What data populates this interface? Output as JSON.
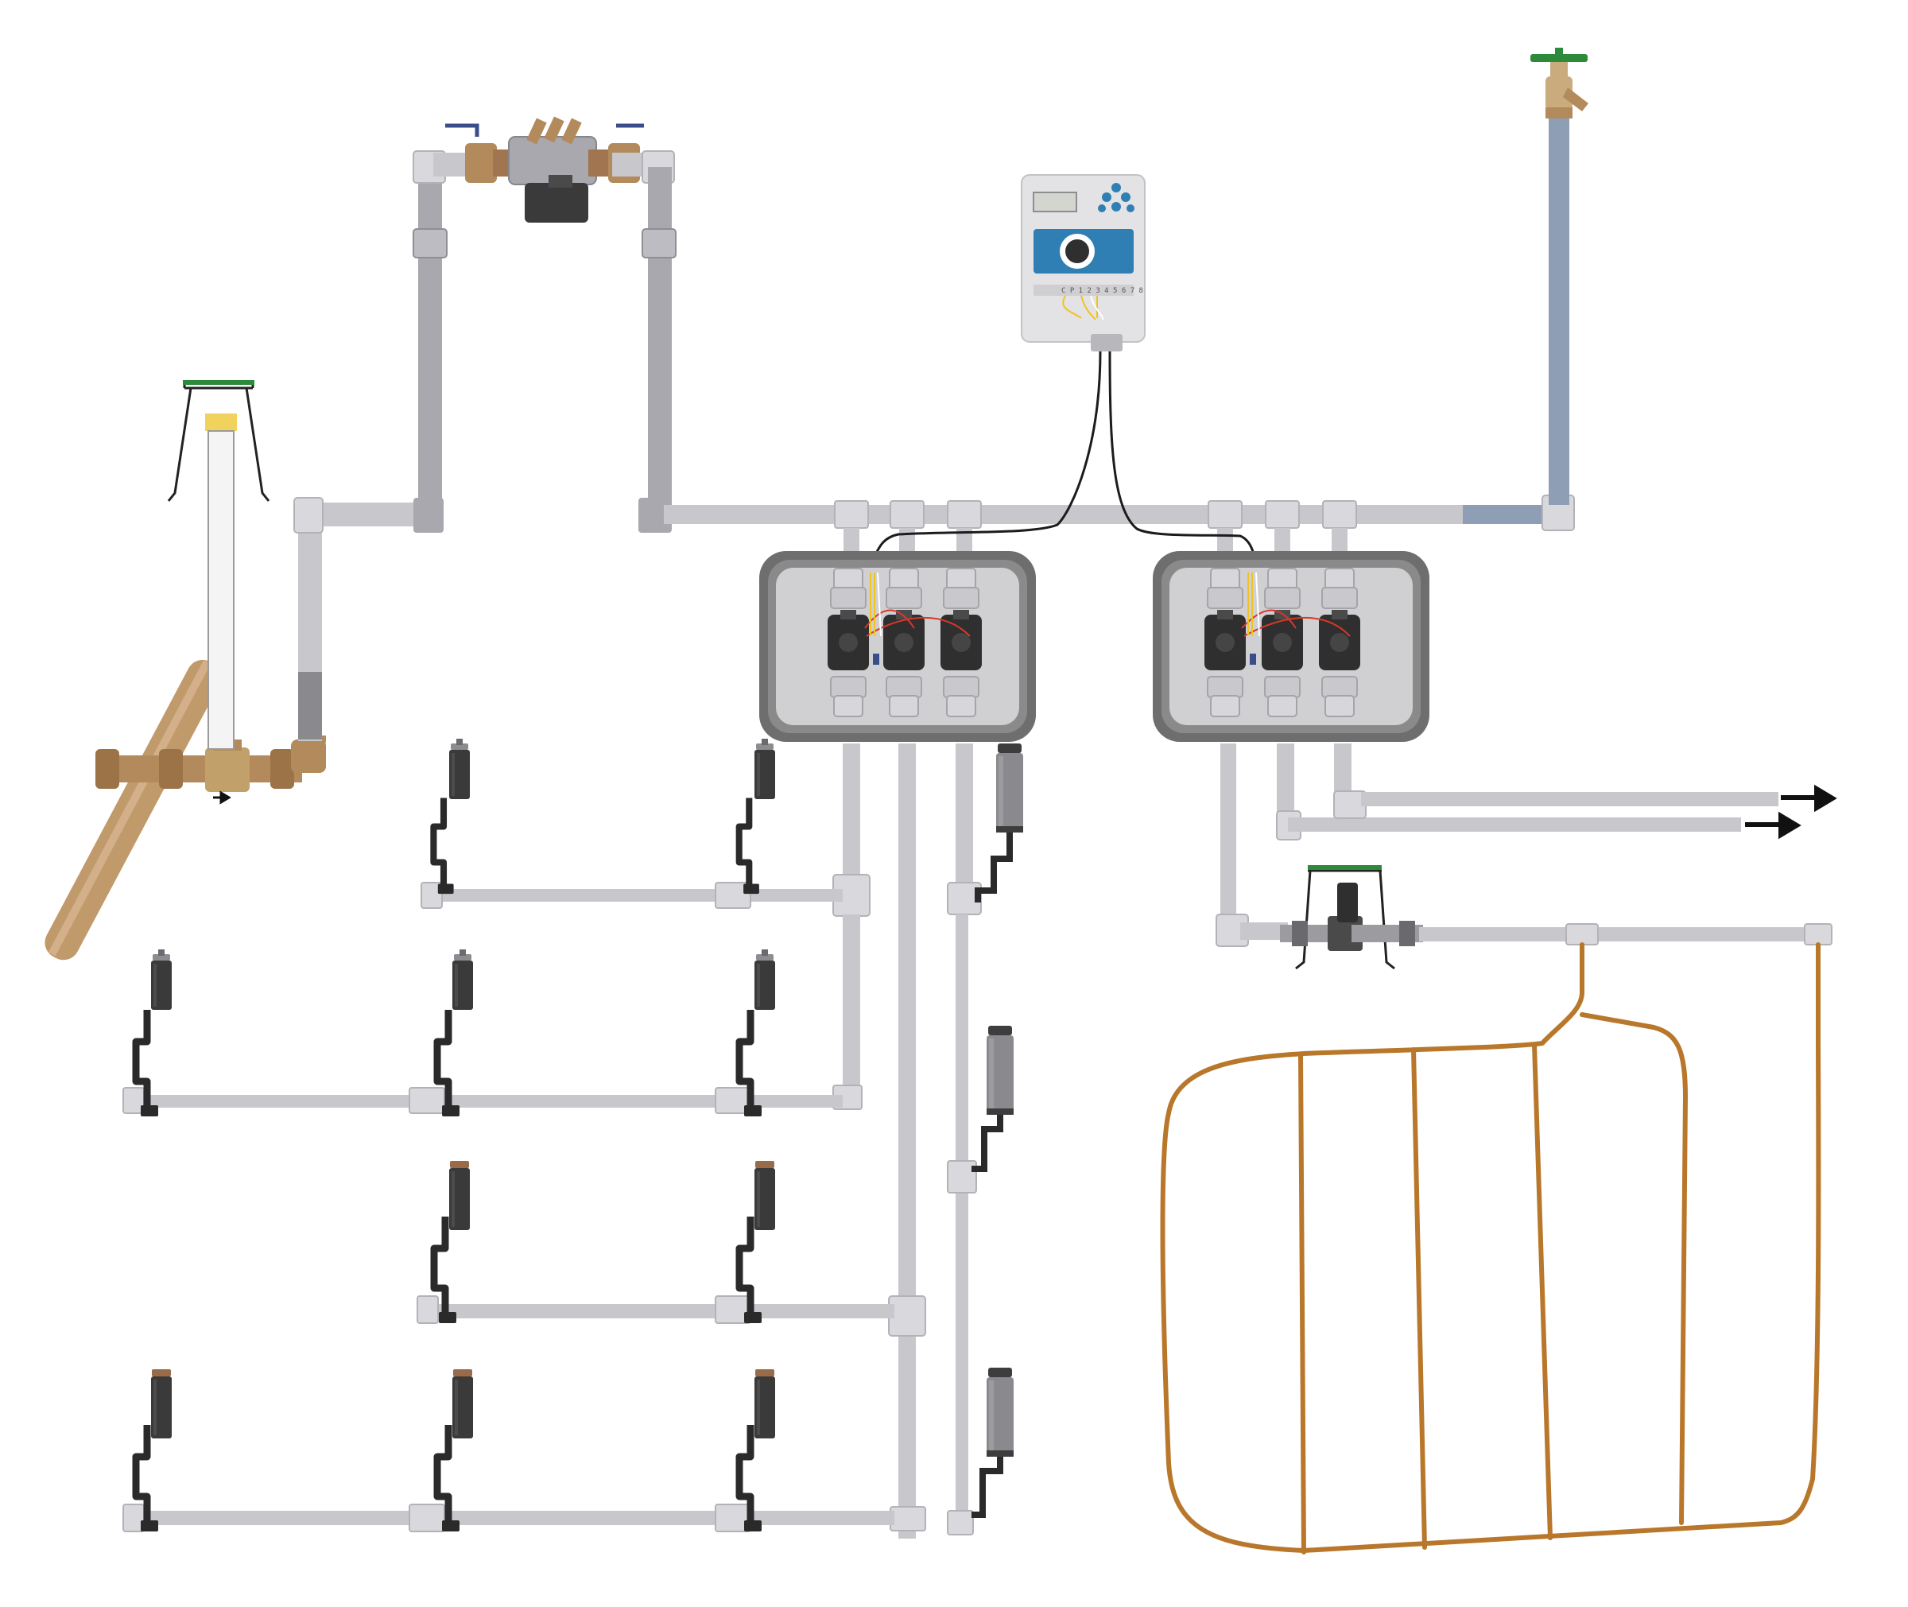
{
  "colors": {
    "pvc_pipe": "#c8c7cc",
    "pvc_fitting": "#d9d8dc",
    "copper_mainline": "#c19a6b",
    "brass": "#b38a5c",
    "drip_tubing": "#b8772a",
    "sprinkler_body": "#3a3a3a",
    "rotor_cap": "#9a6b4b",
    "valve_box": "#6e6e6e",
    "controller_panel": "#2f7fb4",
    "faucet_handle": "#2c8a3a",
    "wire": "#1c1c1c",
    "arrow": "#111111"
  },
  "components": {
    "mainline": {
      "icon": "copper-mainline-tap"
    },
    "meter_riser": {
      "icon": "vertical-riser-with-yellow-cap"
    },
    "backflow": {
      "icon": "backflow-preventer"
    },
    "controller": {
      "icon": "irrigation-controller",
      "terminal_strip": "C P 1 2 3 4 5 6 7 8"
    },
    "hose_bib": {
      "icon": "hose-bib-faucet"
    },
    "valve_manifold_left": {
      "icon": "valve-manifold-3-zone"
    },
    "valve_manifold_right": {
      "icon": "valve-manifold-3-zone"
    },
    "drip_zone": {
      "icon": "drip-zone-filter-regulator"
    },
    "outlets": {
      "icon": "right-arrow",
      "count": 2
    }
  }
}
